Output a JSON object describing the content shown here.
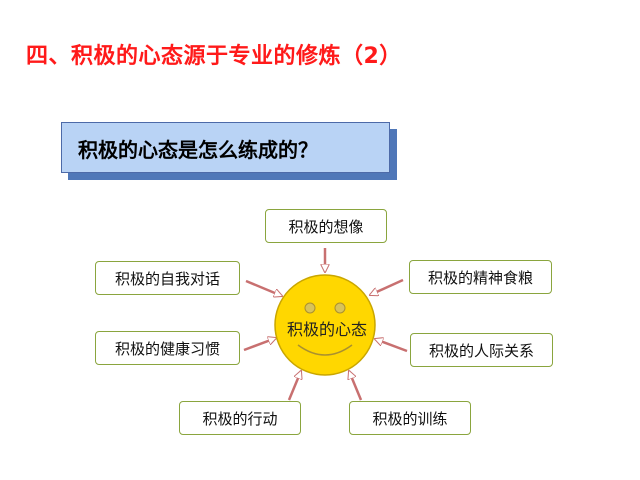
{
  "slide": {
    "title": "四、积极的心态源于专业的修炼（2）",
    "question": "积极的心态是怎么练成的？"
  },
  "diagram": {
    "center": "积极的心态",
    "center_color": "#ffd700",
    "nodes": [
      {
        "id": "imagination",
        "label": "积极的想像"
      },
      {
        "id": "self-talk",
        "label": "积极的自我对话"
      },
      {
        "id": "spiritual-food",
        "label": "积极的精神食粮"
      },
      {
        "id": "healthy-habits",
        "label": "积极的健康习惯"
      },
      {
        "id": "relationships",
        "label": "积极的人际关系"
      },
      {
        "id": "action",
        "label": "积极的行动"
      },
      {
        "id": "training",
        "label": "积极的训练"
      }
    ],
    "node_border_color": "#8aa53e",
    "arrow_color": "#c87070"
  }
}
